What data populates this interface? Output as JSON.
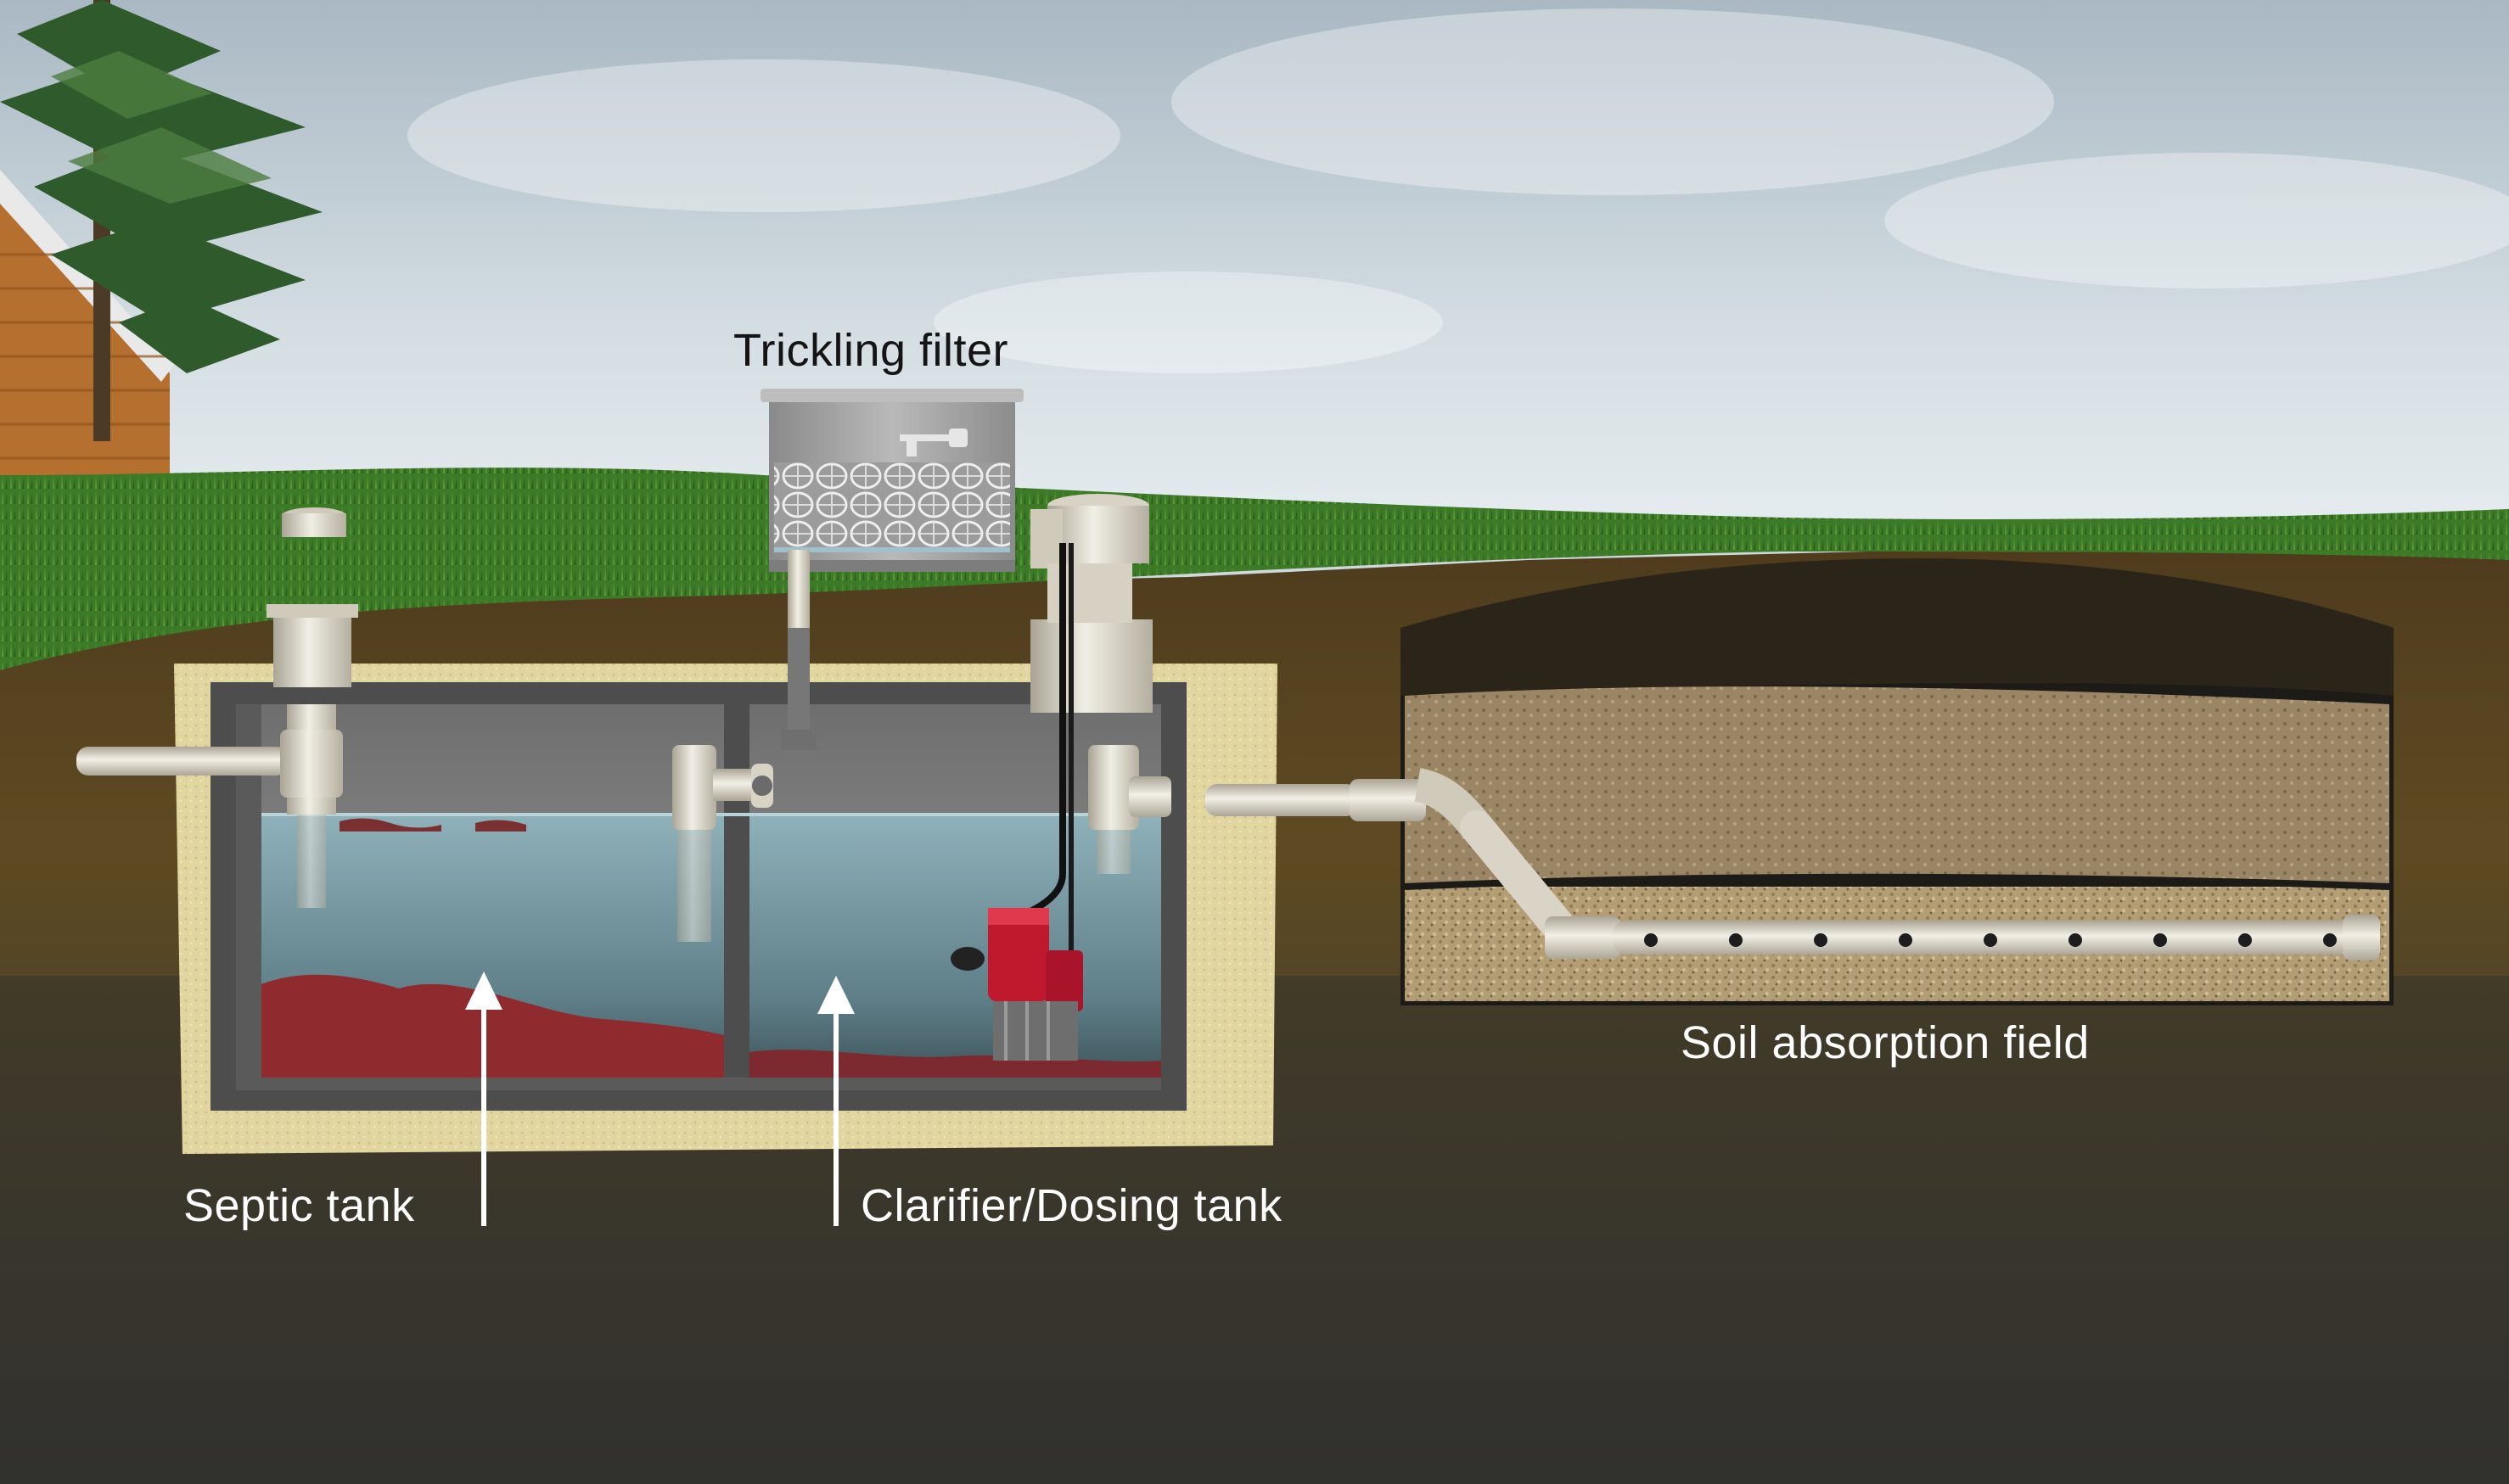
{
  "labels": {
    "trickling_filter": "Trickling filter",
    "septic_tank": "Septic tank",
    "clarifier_dosing_tank": "Clarifier/Dosing tank",
    "soil_absorption_field": "Soil absorption field"
  },
  "colors": {
    "sky_top": "#aebdc7",
    "sky_bottom": "#e6ecef",
    "grass": "#3f7a28",
    "soil_top": "#5a4320",
    "soil_bottom": "#3a3a36",
    "sand": "#e3d7a2",
    "tank_concrete": "#4e4e4e",
    "water": "#7fa3ad",
    "sludge": "#9a2b2f",
    "pipe": "#dcd7c9",
    "pump": "#c0182c",
    "gravel": "#b8a27a",
    "label_dark": "#141414",
    "label_light": "#ffffff"
  }
}
